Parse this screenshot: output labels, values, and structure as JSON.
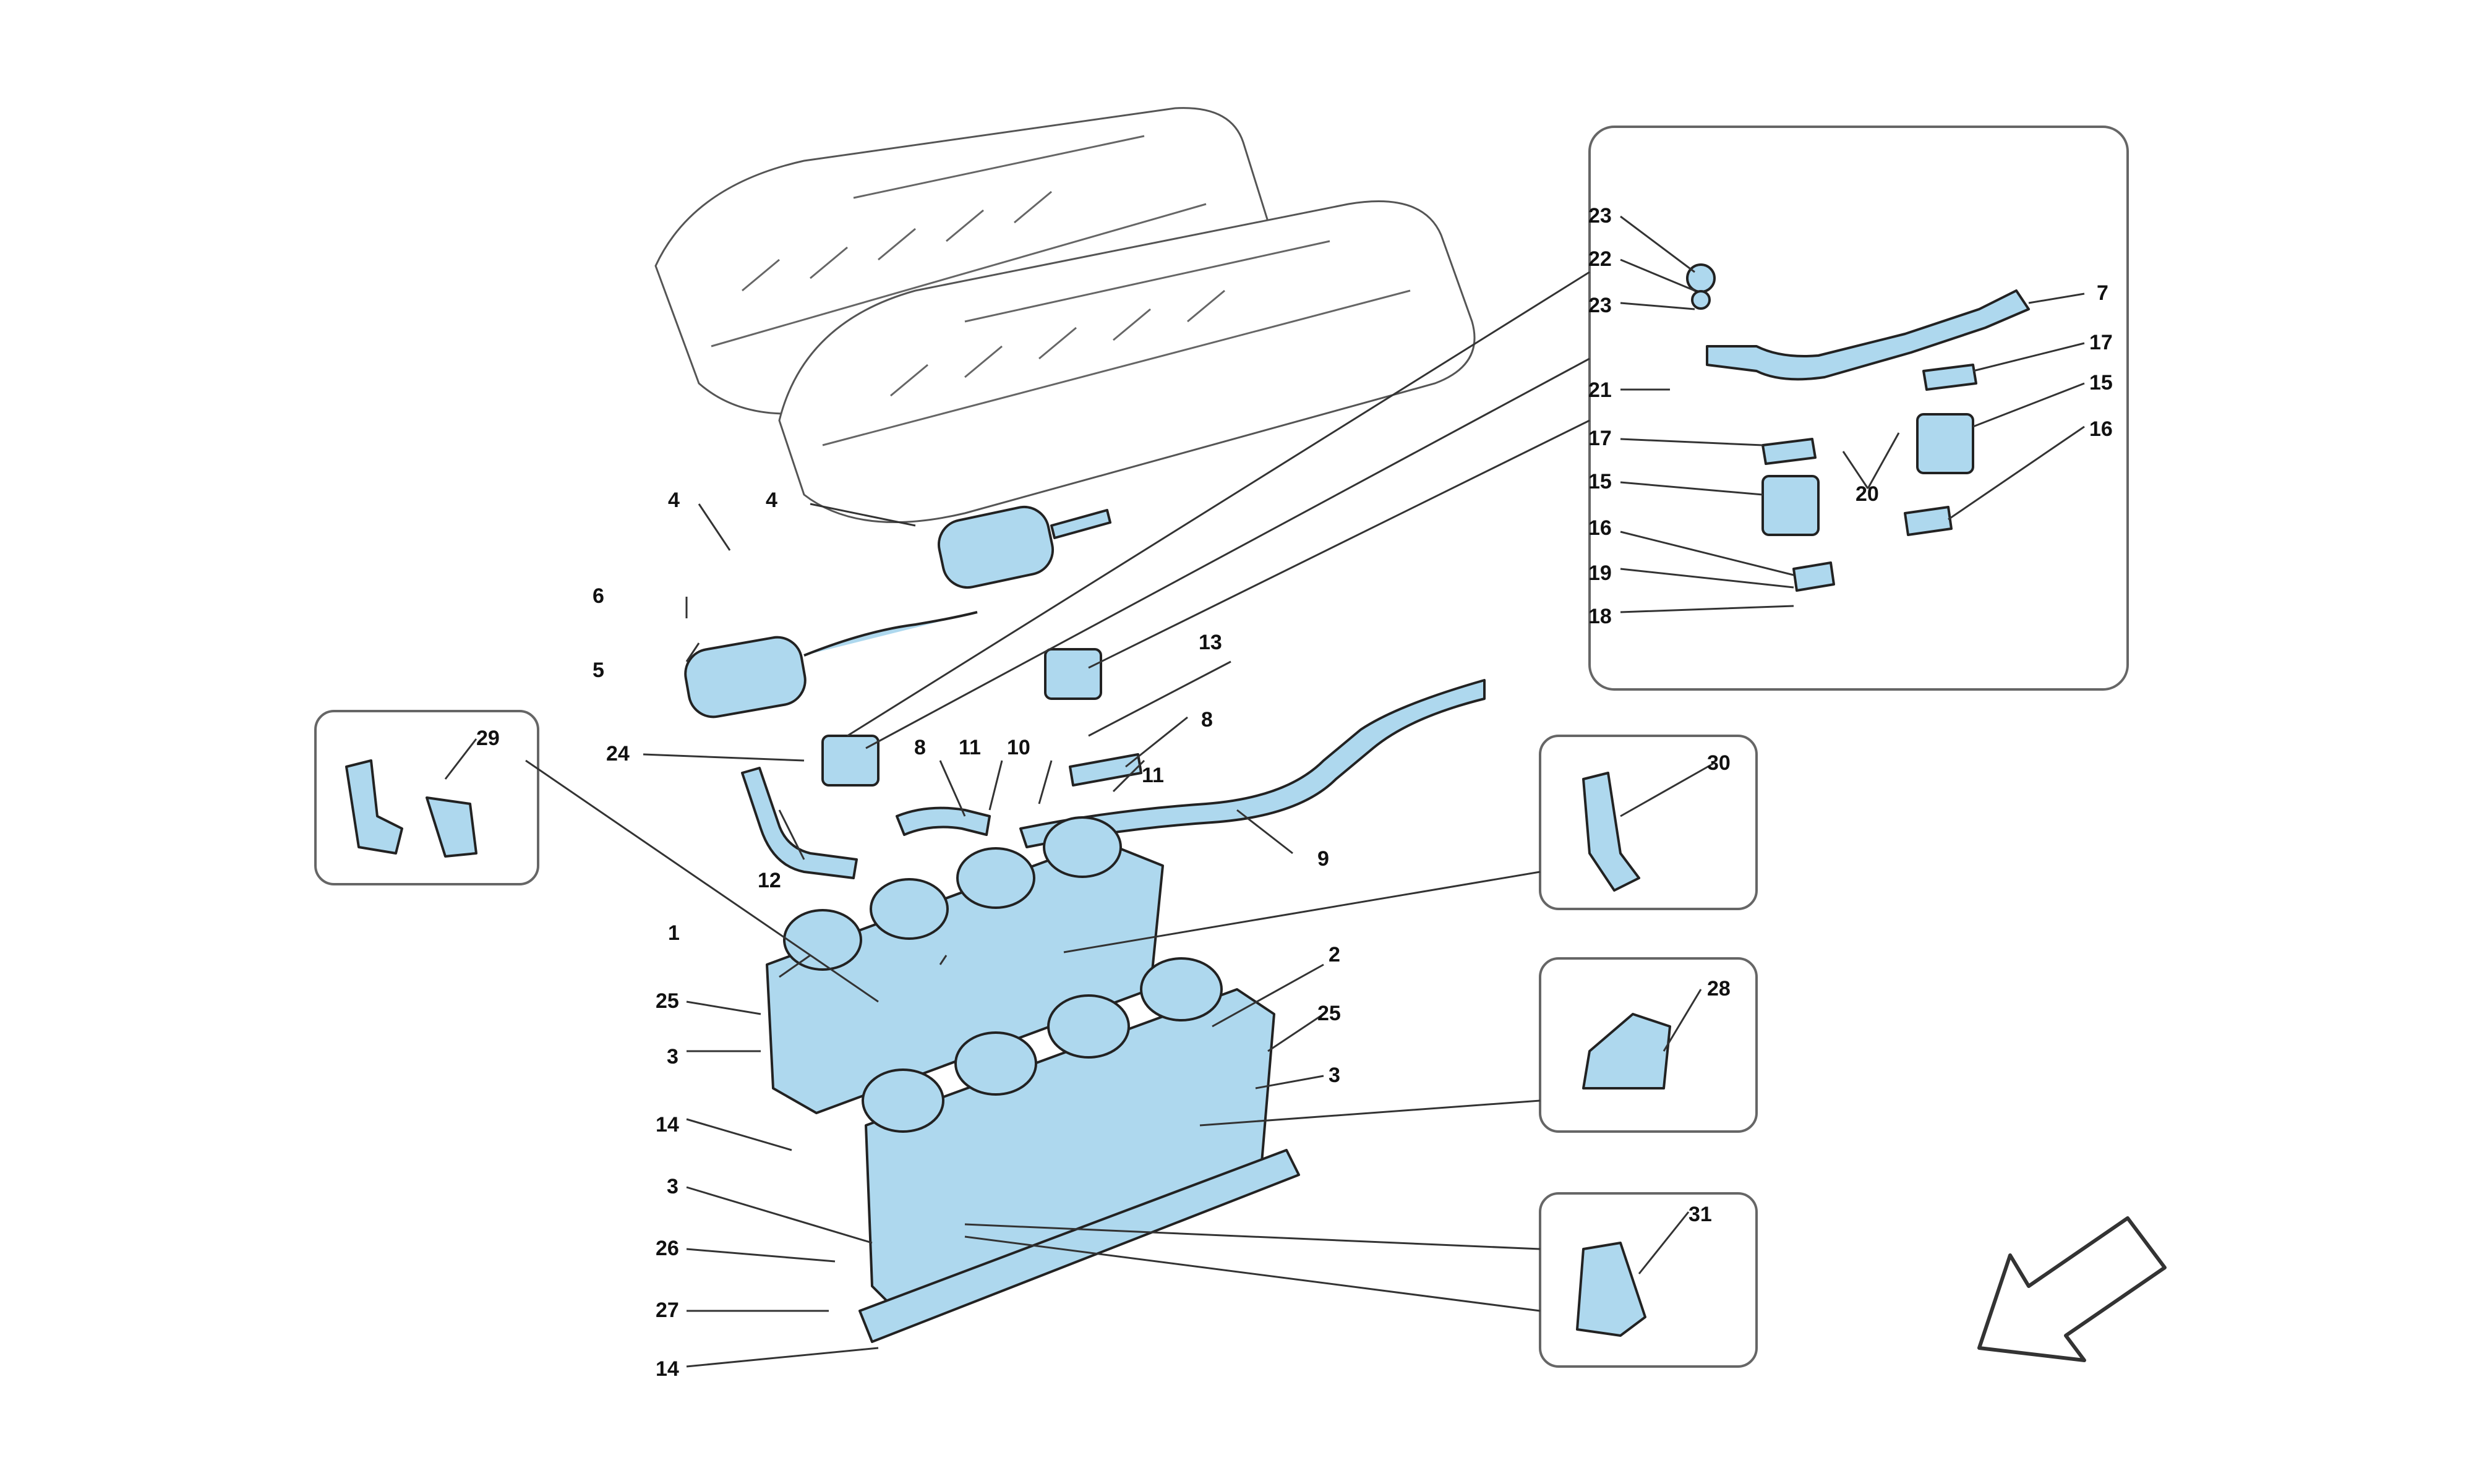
{
  "diagram": {
    "colors": {
      "part_fill": "#aed8ee",
      "outline": "#333333",
      "background": "#ffffff"
    },
    "callouts": [
      {
        "id": "c1",
        "text": "1"
      },
      {
        "id": "c2",
        "text": "2"
      },
      {
        "id": "c3a",
        "text": "3"
      },
      {
        "id": "c3b",
        "text": "3"
      },
      {
        "id": "c3c",
        "text": "3"
      },
      {
        "id": "c4a",
        "text": "4"
      },
      {
        "id": "c4b",
        "text": "4"
      },
      {
        "id": "c5",
        "text": "5"
      },
      {
        "id": "c6",
        "text": "6"
      },
      {
        "id": "c7",
        "text": "7"
      },
      {
        "id": "c8a",
        "text": "8"
      },
      {
        "id": "c8b",
        "text": "8"
      },
      {
        "id": "c9",
        "text": "9"
      },
      {
        "id": "c10",
        "text": "10"
      },
      {
        "id": "c11a",
        "text": "11"
      },
      {
        "id": "c11b",
        "text": "11"
      },
      {
        "id": "c12",
        "text": "12"
      },
      {
        "id": "c13",
        "text": "13"
      },
      {
        "id": "c14a",
        "text": "14"
      },
      {
        "id": "c14b",
        "text": "14"
      },
      {
        "id": "c15a",
        "text": "15"
      },
      {
        "id": "c15b",
        "text": "15"
      },
      {
        "id": "c16a",
        "text": "16"
      },
      {
        "id": "c16b",
        "text": "16"
      },
      {
        "id": "c17a",
        "text": "17"
      },
      {
        "id": "c17b",
        "text": "17"
      },
      {
        "id": "c18",
        "text": "18"
      },
      {
        "id": "c19",
        "text": "19"
      },
      {
        "id": "c20",
        "text": "20"
      },
      {
        "id": "c21",
        "text": "21"
      },
      {
        "id": "c22",
        "text": "22"
      },
      {
        "id": "c23a",
        "text": "23"
      },
      {
        "id": "c23b",
        "text": "23"
      },
      {
        "id": "c24",
        "text": "24"
      },
      {
        "id": "c25a",
        "text": "25"
      },
      {
        "id": "c25b",
        "text": "25"
      },
      {
        "id": "c26",
        "text": "26"
      },
      {
        "id": "c27",
        "text": "27"
      },
      {
        "id": "c28",
        "text": "28"
      },
      {
        "id": "c29",
        "text": "29"
      },
      {
        "id": "c30",
        "text": "30"
      },
      {
        "id": "c31",
        "text": "31"
      }
    ],
    "orientation_arrow": "arrow-down-left-icon"
  }
}
